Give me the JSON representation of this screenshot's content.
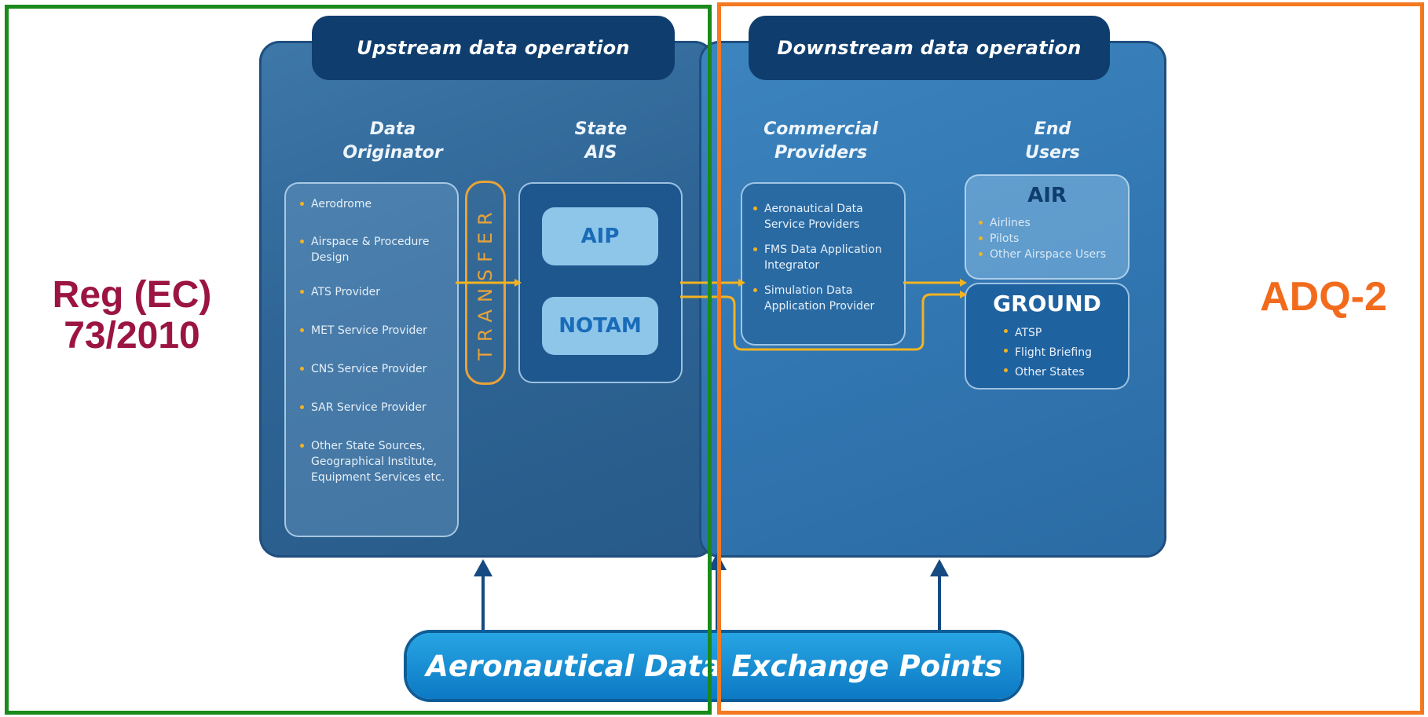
{
  "tabs": {
    "upstream": "Upstream data operation",
    "downstream": "Downstream data operation"
  },
  "columns": {
    "data_originator": "Data\nOriginator",
    "state_ais": "State\nAIS",
    "commercial_providers": "Commercial\nProviders",
    "end_users": "End\nUsers"
  },
  "originator_items": [
    "Aerodrome",
    "Airspace & Procedure Design",
    "ATS Provider",
    "MET Service Provider",
    "CNS Service Provider",
    "SAR Service Provider",
    "Other State Sources, Geographical Institute, Equipment Services etc."
  ],
  "transfer_label": "TRANSFER",
  "ais_items": {
    "aip": "AIP",
    "notam": "NOTAM"
  },
  "commercial_items": [
    "Aeronautical Data Service Providers",
    "FMS Data Application Integrator",
    "Simulation Data Application Provider"
  ],
  "end_users": {
    "air": {
      "title": "AIR",
      "items": [
        "Airlines",
        "Pilots",
        "Other Airspace Users"
      ]
    },
    "ground": {
      "title": "GROUND",
      "items": [
        "ATSP",
        "Flight Briefing",
        "Other States"
      ]
    }
  },
  "exchange_bar": "Aeronautical Data Exchange Points",
  "left_label": {
    "line1": "Reg (EC)",
    "line2": "73/2010",
    "color": "#9b1442"
  },
  "right_label": {
    "text": "ADQ-2",
    "color": "#f26b1d"
  },
  "frames": {
    "left_color": "#1a8a1a",
    "right_color": "#f47920"
  },
  "colors": {
    "panel": "#2e6596",
    "tab": "#0f3e6e",
    "accent": "#f2b321",
    "bar": "#1a8fd4"
  }
}
